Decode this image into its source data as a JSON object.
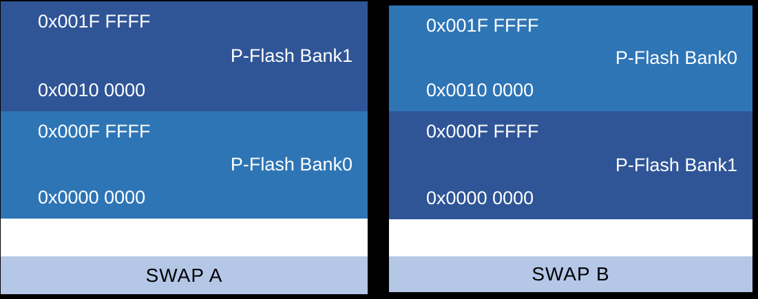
{
  "colors": {
    "background": "#000000",
    "bank_dark": "#2F5597",
    "bank_light": "#2E75B6",
    "swap_bar": "#B4C7E7",
    "address_text": "#FFFFFF",
    "swap_text": "#000000",
    "gap_white": "#FFFFFF"
  },
  "diagrams": [
    {
      "name": "SWAP A",
      "swap_label": "SWAP A",
      "blocks": [
        {
          "label": "P-Flash Bank1",
          "addr_high": "0x001F FFFF",
          "addr_low": "0x0010 0000",
          "shade": "dark"
        },
        {
          "label": "P-Flash Bank0",
          "addr_high": "0x000F FFFF",
          "addr_low": "0x0000 0000",
          "shade": "light"
        }
      ]
    },
    {
      "name": "SWAP B",
      "swap_label": "SWAP B",
      "blocks": [
        {
          "label": "P-Flash Bank0",
          "addr_high": "0x001F FFFF",
          "addr_low": "0x0010 0000",
          "shade": "light"
        },
        {
          "label": "P-Flash Bank1",
          "addr_high": "0x000F FFFF",
          "addr_low": "0x0000 0000",
          "shade": "dark"
        }
      ]
    }
  ]
}
